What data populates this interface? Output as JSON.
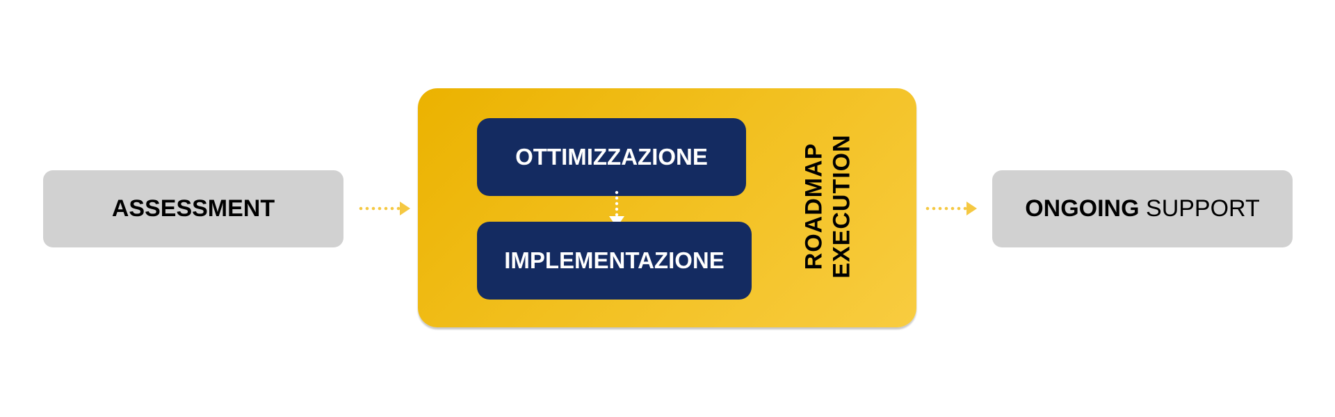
{
  "diagram": {
    "steps": {
      "assessment": {
        "label": "ASSESSMENT"
      },
      "roadmap": {
        "title_line1": "ROADMAP",
        "title_line2": "EXECUTION",
        "sub_steps": {
          "first": "OTTIMIZZAZIONE",
          "second": "IMPLEMENTAZIONE"
        }
      },
      "ongoing": {
        "label_bold": "ONGOING",
        "label_regular": "SUPPORT"
      }
    },
    "colors": {
      "accent_yellow": "#f2bd1a",
      "arrow_yellow": "#f5c842",
      "navy": "#142b61",
      "side_box_gray": "#d1d1d1"
    }
  }
}
